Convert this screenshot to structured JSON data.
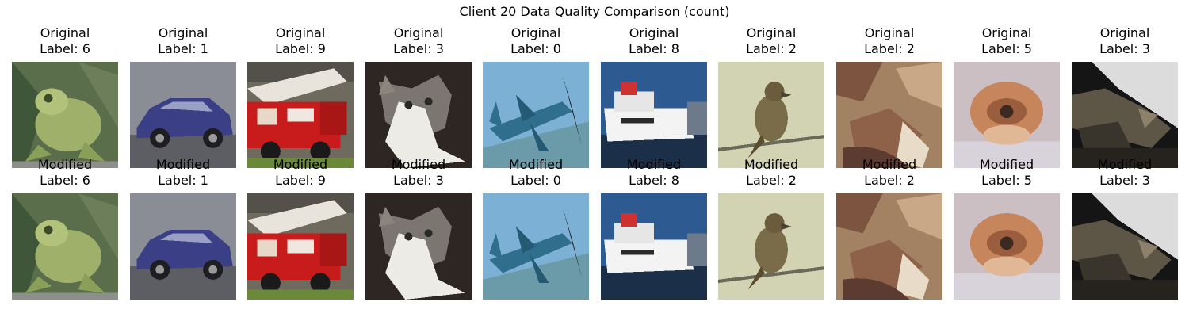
{
  "figure_title": "Client 20 Data Quality Comparison (count)",
  "rows": [
    {
      "row_title": "Original",
      "items": [
        {
          "label": "Label: 6",
          "image": "frog-image"
        },
        {
          "label": "Label: 1",
          "image": "car-image"
        },
        {
          "label": "Label: 9",
          "image": "fire-truck-image"
        },
        {
          "label": "Label: 3",
          "image": "cat-image"
        },
        {
          "label": "Label: 0",
          "image": "airplane-image"
        },
        {
          "label": "Label: 8",
          "image": "ship-image"
        },
        {
          "label": "Label: 2",
          "image": "bird-image"
        },
        {
          "label": "Label: 2",
          "image": "textured-animal-image"
        },
        {
          "label": "Label: 5",
          "image": "dog-face-image"
        },
        {
          "label": "Label: 3",
          "image": "dark-animal-image"
        }
      ]
    },
    {
      "row_title": "Modified",
      "items": [
        {
          "label": "Label: 6",
          "image": "frog-image"
        },
        {
          "label": "Label: 1",
          "image": "car-image"
        },
        {
          "label": "Label: 9",
          "image": "fire-truck-image"
        },
        {
          "label": "Label: 3",
          "image": "cat-image"
        },
        {
          "label": "Label: 0",
          "image": "airplane-image"
        },
        {
          "label": "Label: 8",
          "image": "ship-image"
        },
        {
          "label": "Label: 2",
          "image": "bird-image"
        },
        {
          "label": "Label: 2",
          "image": "textured-animal-image"
        },
        {
          "label": "Label: 5",
          "image": "dog-face-image"
        },
        {
          "label": "Label: 3",
          "image": "dark-animal-image"
        }
      ]
    }
  ]
}
